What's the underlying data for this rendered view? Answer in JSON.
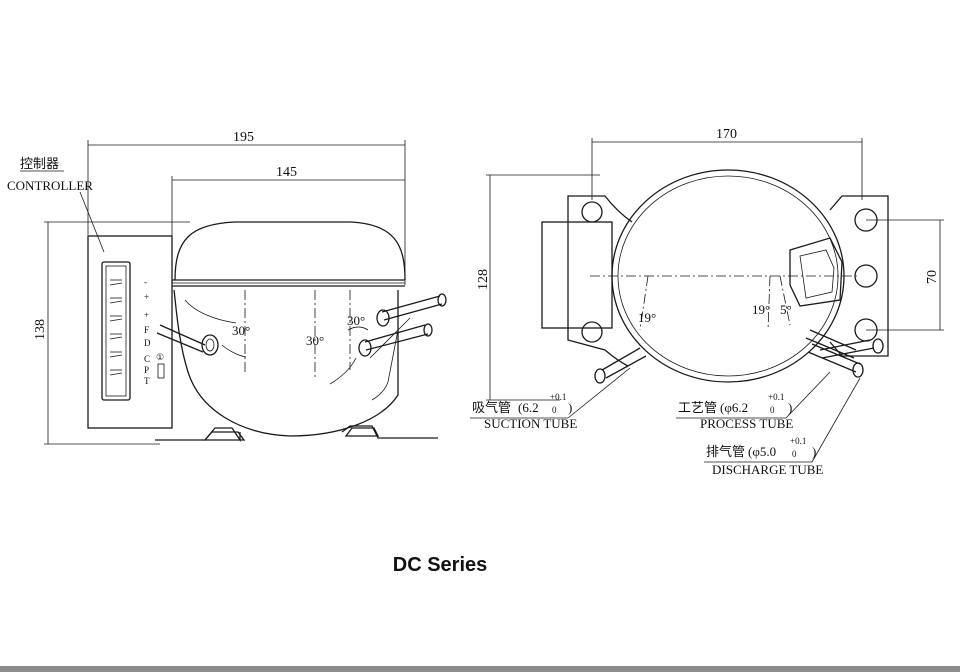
{
  "left_view": {
    "dim_width_total": "195",
    "dim_width_body": "145",
    "dim_height": "138",
    "controller_cn": "控制器",
    "controller_en": "CONTROLLER",
    "angle_a": "30°",
    "angle_b": "30°",
    "angle_c": "30°",
    "terminal_marks": [
      "-",
      "+",
      "F",
      "D",
      "C",
      "P",
      "T"
    ],
    "terminal_symbol": "①"
  },
  "right_view": {
    "dim_width": "170",
    "dim_height": "128",
    "dim_hole_spacing": "70",
    "angle_a": "19°",
    "angle_b": "19°",
    "angle_c": "5°",
    "suction_cn": "吸气管",
    "suction_size": "(6.2",
    "suction_sup": "+0.1",
    "suction_sub": "0",
    "suction_en": "SUCTION TUBE",
    "process_cn": "工艺管",
    "process_size": "(φ6.2",
    "process_sup": "+0.1",
    "process_sub": "0",
    "process_en": "PROCESS TUBE",
    "discharge_cn": "排气管",
    "discharge_size": "(φ5.0",
    "discharge_sup": "+0.1",
    "discharge_sub": "0",
    "discharge_en": "DISCHARGE TUBE",
    "close_paren": ")"
  },
  "series_title": "DC Series"
}
